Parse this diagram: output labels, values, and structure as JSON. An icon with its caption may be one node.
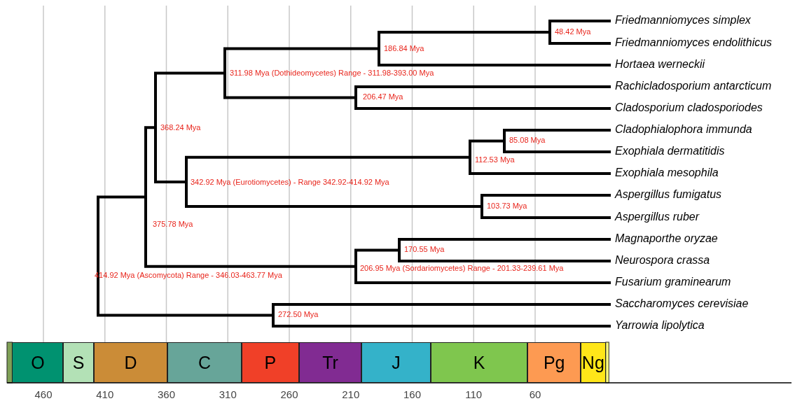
{
  "diagram": {
    "nodes": [
      {
        "text": [
          "Friedmanniomyces simplex"
        ]
      },
      {
        "text": [
          "Friedmanniomyces endolithicus"
        ]
      },
      {
        "text": [
          "Hortaea werneckii"
        ]
      },
      {
        "text": [
          "Rachicladosporium antarcticum"
        ]
      },
      {
        "text": [
          "Cladosporium cladosporiodes"
        ]
      },
      {
        "text": [
          "Cladophialophora immunda"
        ]
      },
      {
        "text": [
          "Exophiala dermatitidis"
        ]
      },
      {
        "text": [
          "Exophiala mesophila"
        ]
      },
      {
        "text": [
          "Aspergillus fumigatus"
        ]
      },
      {
        "text": [
          "Aspergillus ruber"
        ]
      },
      {
        "text": [
          "Magnaporthe oryzae"
        ]
      },
      {
        "text": [
          "Neurospora crassa"
        ]
      },
      {
        "text": [
          "Fusarium graminearum"
        ]
      },
      {
        "text": [
          "Saccharomyces cerevisiae"
        ]
      },
      {
        "text": [
          "Yarrowia lipolytica"
        ]
      },
      {
        "text": [
          "48.42 Mya"
        ]
      },
      {
        "text": [
          "186.84 Mya"
        ]
      },
      {
        "text": [
          "311.98 Mya (Dothideomycetes) Range - 311.98-393.00 Mya"
        ]
      },
      {
        "text": [
          "206.47 Mya"
        ]
      },
      {
        "text": [
          "368.24 Mya"
        ]
      },
      {
        "text": [
          "85.08 Mya"
        ]
      },
      {
        "text": [
          "112.53 Mya"
        ]
      },
      {
        "text": [
          "342.92 Mya (Eurotiomycetes) - Range 342.92-414.92 Mya"
        ]
      },
      {
        "text": [
          "103.73 Mya"
        ]
      },
      {
        "text": [
          "375.78 Mya"
        ]
      },
      {
        "text": [
          "170.55 Mya"
        ]
      },
      {
        "text": [
          "206.95 Mya (Sordariomycetes) Range - 201.33-239.61 Mya"
        ]
      },
      {
        "text": [
          "272.50 Mya"
        ]
      },
      {
        "text": [
          "414.92 Mya (Ascomycota) Range - 346.03-463.77 Mya"
        ]
      },
      {
        "text": [
          "O"
        ]
      },
      {
        "text": [
          "S"
        ]
      },
      {
        "text": [
          "D"
        ]
      },
      {
        "text": [
          "C"
        ]
      },
      {
        "text": [
          "P"
        ]
      },
      {
        "text": [
          "Tr"
        ]
      },
      {
        "text": [
          "J"
        ]
      },
      {
        "text": [
          "K"
        ]
      },
      {
        "text": [
          "Pg"
        ]
      },
      {
        "text": [
          "Ng"
        ]
      }
    ],
    "edges": [
      {
        "from": 28,
        "to": 24,
        "arrow": "none"
      },
      {
        "from": 28,
        "to": 27,
        "arrow": "none"
      },
      {
        "from": 24,
        "to": 19,
        "arrow": "none"
      },
      {
        "from": 24,
        "to": 26,
        "arrow": "none"
      },
      {
        "from": 19,
        "to": 17,
        "arrow": "none"
      },
      {
        "from": 19,
        "to": 22,
        "arrow": "none"
      },
      {
        "from": 17,
        "to": 16,
        "arrow": "none"
      },
      {
        "from": 17,
        "to": 18,
        "arrow": "none"
      },
      {
        "from": 16,
        "to": 15,
        "arrow": "none"
      },
      {
        "from": 16,
        "to": 2,
        "arrow": "none"
      },
      {
        "from": 15,
        "to": 0,
        "arrow": "none"
      },
      {
        "from": 15,
        "to": 1,
        "arrow": "none"
      },
      {
        "from": 18,
        "to": 3,
        "arrow": "none"
      },
      {
        "from": 18,
        "to": 4,
        "arrow": "none"
      },
      {
        "from": 22,
        "to": 21,
        "arrow": "none"
      },
      {
        "from": 22,
        "to": 23,
        "arrow": "none"
      },
      {
        "from": 21,
        "to": 20,
        "arrow": "none"
      },
      {
        "from": 21,
        "to": 7,
        "arrow": "none"
      },
      {
        "from": 20,
        "to": 5,
        "arrow": "none"
      },
      {
        "from": 20,
        "to": 6,
        "arrow": "none"
      },
      {
        "from": 23,
        "to": 8,
        "arrow": "none"
      },
      {
        "from": 23,
        "to": 9,
        "arrow": "none"
      },
      {
        "from": 26,
        "to": 25,
        "arrow": "none"
      },
      {
        "from": 26,
        "to": 12,
        "arrow": "none"
      },
      {
        "from": 25,
        "to": 10,
        "arrow": "none"
      },
      {
        "from": 25,
        "to": 11,
        "arrow": "none"
      },
      {
        "from": 27,
        "to": 13,
        "arrow": "none"
      },
      {
        "from": 27,
        "to": 14,
        "arrow": "none"
      }
    ],
    "labels": [
      "460",
      "410",
      "360",
      "310",
      "260",
      "210",
      "160",
      "110",
      "60"
    ]
  }
}
